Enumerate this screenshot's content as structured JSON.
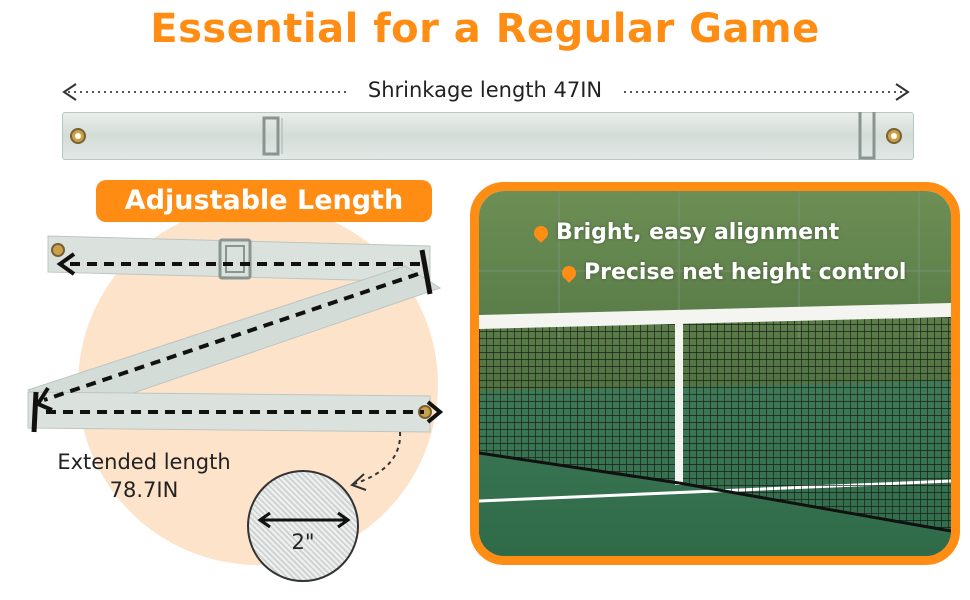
{
  "title": "Essential for a Regular Game",
  "shrinkage": {
    "label": "Shrinkage length 47IN"
  },
  "adjustable": {
    "label": "Adjustable Length"
  },
  "extended": {
    "line1": "Extended length",
    "line2": "78.7IN"
  },
  "width_callout": {
    "label": "2\""
  },
  "features": [
    {
      "text": "Bright, easy alignment"
    },
    {
      "text": "Precise net height control"
    }
  ],
  "colors": {
    "accent": "#ff8c13",
    "title": "#ff8c13",
    "circle_bg": "#fde3c9",
    "strap": "#dbe2de"
  },
  "icons": [
    "location-pin-icon",
    "arrow-left-icon",
    "arrow-right-icon",
    "grommet-icon",
    "buckle-icon"
  ]
}
